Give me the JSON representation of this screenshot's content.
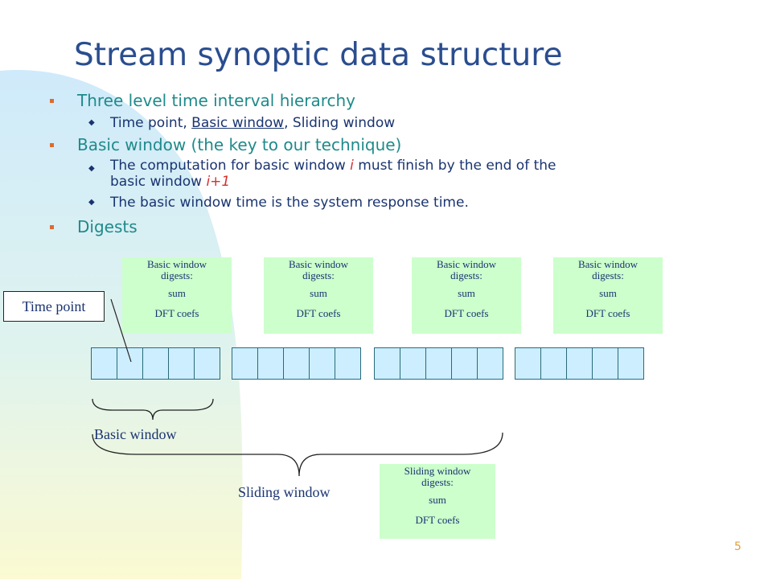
{
  "slide": {
    "title": "Stream synoptic data structure",
    "page_number": "5",
    "colors": {
      "title": "#2a4d8f",
      "level1_text": "#1f8a8a",
      "level2_text": "#1a3470",
      "level1_bullet": "#e06a2c",
      "digest_fill": "#ccffcc",
      "cell_fill": "#cceeff",
      "page_number": "#e0a040"
    }
  },
  "bullets": {
    "b1": "Three level time interval hierarchy",
    "b1_sub1_pre": "Time point, ",
    "b1_sub1_link": "Basic window",
    "b1_sub1_post": ", Sliding window",
    "b2": "Basic window (the key to our technique)",
    "b2_sub1_pre": "The computation for basic window ",
    "b2_sub1_i": "i",
    "b2_sub1_mid": " must finish by the end of the",
    "b2_sub1_line2_pre": "basic window ",
    "b2_sub1_i1": "i+1",
    "b2_sub2": "The basic window time is the system response time.",
    "b3": "Digests"
  },
  "diagram": {
    "basic_digests": [
      {
        "h1": "Basic window",
        "h2": "digests:",
        "l1": "sum",
        "l2": "DFT coefs"
      },
      {
        "h1": "Basic window",
        "h2": "digests:",
        "l1": "sum",
        "l2": "DFT coefs"
      },
      {
        "h1": "Basic window",
        "h2": "digests:",
        "l1": "sum",
        "l2": "DFT coefs"
      },
      {
        "h1": "Basic window",
        "h2": "digests:",
        "l1": "sum",
        "l2": "DFT coefs"
      }
    ],
    "sliding_digest": {
      "h1": "Sliding window",
      "h2": "digests:",
      "l1": "sum",
      "l2": "DFT coefs"
    },
    "time_point_label": "Time point",
    "basic_window_label": "Basic window",
    "sliding_window_label": "Sliding window",
    "windows": [
      {
        "cells": 5
      },
      {
        "cells": 5
      },
      {
        "cells": 5
      },
      {
        "cells": 5
      }
    ]
  }
}
